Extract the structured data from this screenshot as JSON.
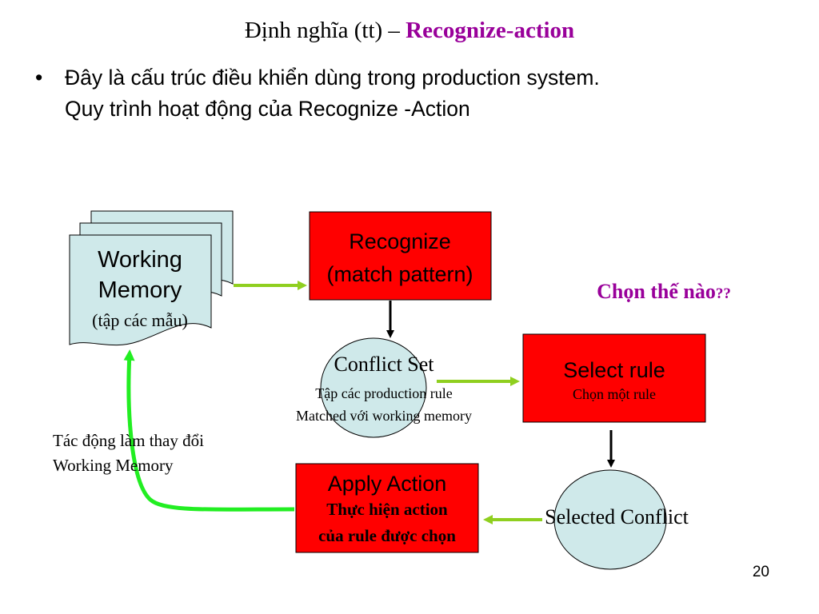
{
  "title": {
    "prefix": "Định nghĩa (tt) – ",
    "accent": "Recognize-action"
  },
  "bullet": {
    "line1": "Đây là cấu trúc điều khiển dùng trong production system.",
    "line2": "Quy trình hoạt động của Recognize -Action"
  },
  "nodes": {
    "working_memory": {
      "line1": "Working",
      "line2": "Memory",
      "sub": "(tập các mẫu)"
    },
    "recognize": {
      "line1": "Recognize",
      "line2": "(match pattern)"
    },
    "conflict_set": {
      "title": "Conflict Set",
      "sub1": "Tập các production rule",
      "sub2": "Matched với working memory"
    },
    "select_rule": {
      "title": "Select rule",
      "sub": "Chọn một rule"
    },
    "selected_conflict": {
      "title": "Selected Conflict"
    },
    "apply_action": {
      "title": "Apply Action",
      "sub1": "Thực hiện action",
      "sub2": "của rule được chọn"
    }
  },
  "annotations": {
    "question": "Chọn thế nào",
    "question_marks": "??",
    "feedback_line1": "Tác động làm thay đổi",
    "feedback_line2": "Working Memory"
  },
  "page_number": "20",
  "colors": {
    "accent": "#99009a",
    "red_box": "#ff0000",
    "light_blue": "#cfe9ea",
    "green_arrow": "#8fcf1f",
    "bright_green": "#22ee22"
  }
}
